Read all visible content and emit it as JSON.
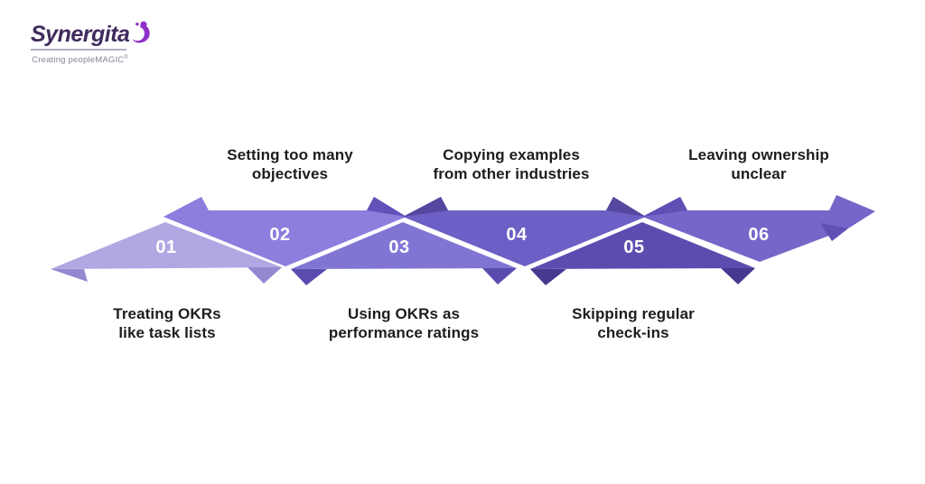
{
  "logo": {
    "name": "Synergita",
    "tagline": "Creating peopleMAGIC",
    "registered_mark": "®",
    "text_color": "#3f2b5e",
    "swirl_color": "#8d30c9"
  },
  "diagram": {
    "background": "#ffffff",
    "caption_color": "#1d1d1f",
    "number_color": "#ffffff",
    "steps": [
      {
        "number": "01",
        "caption_line1": "Treating OKRs",
        "caption_line2": "like task lists",
        "caption_position": "bottom",
        "color": "#b2a7e3",
        "shade": "#9488d0"
      },
      {
        "number": "02",
        "caption_line1": "Setting too many",
        "caption_line2": "objectives",
        "caption_position": "top",
        "color": "#8b7edd",
        "shade": "#6052b8"
      },
      {
        "number": "03",
        "caption_line1": "Using OKRs as",
        "caption_line2": "performance ratings",
        "caption_position": "bottom",
        "color": "#8175d4",
        "shade": "#5a4caf"
      },
      {
        "number": "04",
        "caption_line1": "Copying examples",
        "caption_line2": "from other industries",
        "caption_position": "top",
        "color": "#6c5fc5",
        "shade": "#55479f"
      },
      {
        "number": "05",
        "caption_line1": "Skipping regular",
        "caption_line2": "check-ins",
        "caption_position": "bottom",
        "color": "#5b4db0",
        "shade": "#46398f"
      },
      {
        "number": "06",
        "caption_line1": "Leaving ownership",
        "caption_line2": "unclear",
        "caption_position": "top",
        "color": "#7567c9",
        "shade": "#5e50b4"
      }
    ]
  }
}
